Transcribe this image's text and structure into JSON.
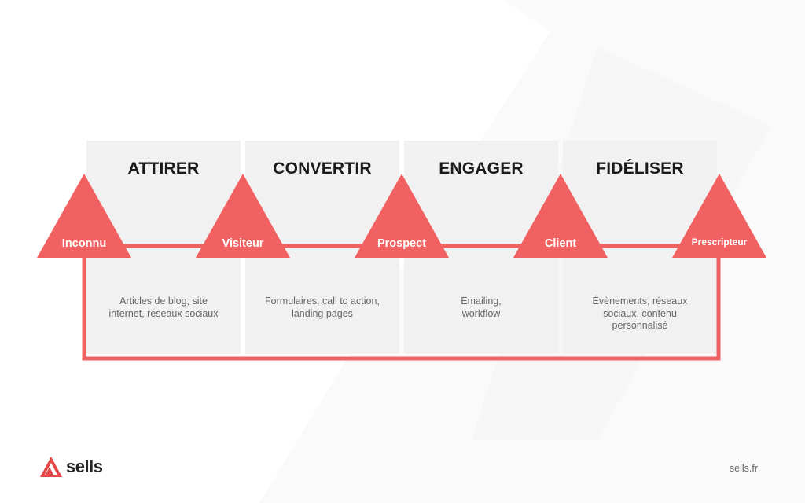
{
  "stages": [
    {
      "title": "ATTIRER",
      "desc": [
        "Articles de blog, site",
        "internet, réseaux sociaux"
      ]
    },
    {
      "title": "CONVERTIR",
      "desc": [
        "Formulaires, call to action,",
        "landing pages"
      ]
    },
    {
      "title": "ENGAGER",
      "desc": [
        "Emailing,",
        "workflow"
      ]
    },
    {
      "title": "FIDÉLISER",
      "desc": [
        "Évènements, réseaux",
        "sociaux, contenu",
        "personnalisé"
      ]
    }
  ],
  "milestones": [
    "Inconnu",
    "Visiteur",
    "Prospect",
    "Client",
    "Prescripteur"
  ],
  "brand": {
    "name": "sells",
    "site": "sells.fr"
  },
  "colors": {
    "accent": "#f26161",
    "panel": "#f1f1f1",
    "title": "#1a1a1a",
    "text": "#666666"
  },
  "icons": {
    "logo": "sells-logo-icon"
  }
}
